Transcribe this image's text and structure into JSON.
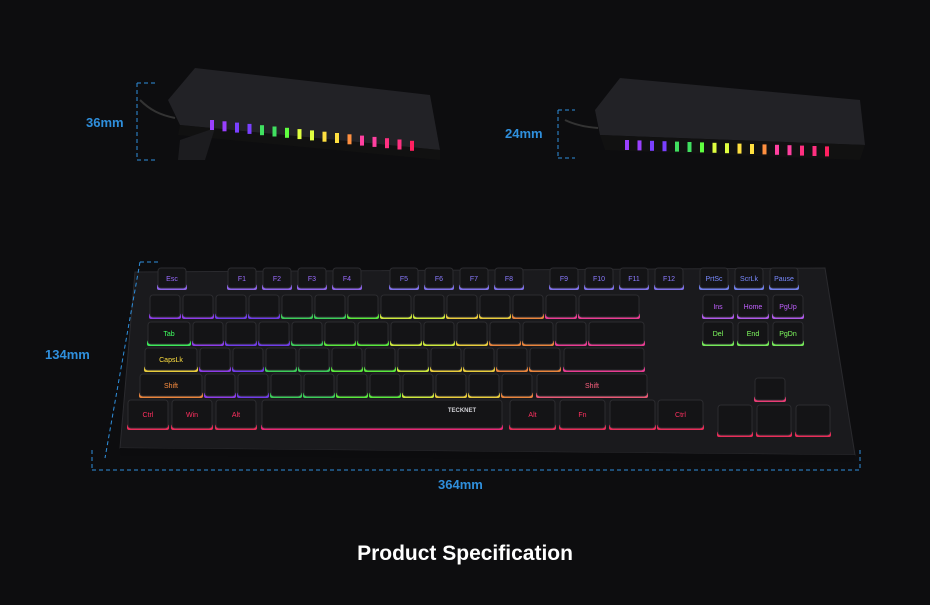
{
  "dimensions": {
    "height_front": "36mm",
    "height_back": "24mm",
    "depth": "134mm",
    "width": "364mm"
  },
  "brand": "TECKNET",
  "caption": "Product Specification",
  "colors": {
    "background": "#0d0d0f",
    "dimension_line": "#2f8fdc",
    "keyboard_body": "#1b1b1e",
    "caption": "#ffffff"
  },
  "keyboard": {
    "function_row": [
      "Esc",
      "F1",
      "F2",
      "F3",
      "F4",
      "F5",
      "F6",
      "F7",
      "F8",
      "F9",
      "F10",
      "F11",
      "F12",
      "PrtSc",
      "ScrLk",
      "Pause"
    ],
    "nav_top": [
      "Ins",
      "Home",
      "PgUp"
    ],
    "nav_bottom": [
      "Del",
      "End",
      "PgDn"
    ],
    "modifiers": {
      "tab": "Tab",
      "capslock": "CapsLk",
      "shift_left": "Shift",
      "shift_right": "Shift",
      "ctrl_left": "Ctrl",
      "win": "Win",
      "alt_left": "Alt",
      "alt_right": "Alt",
      "fn": "Fn",
      "ctrl_right": "Ctrl"
    }
  }
}
